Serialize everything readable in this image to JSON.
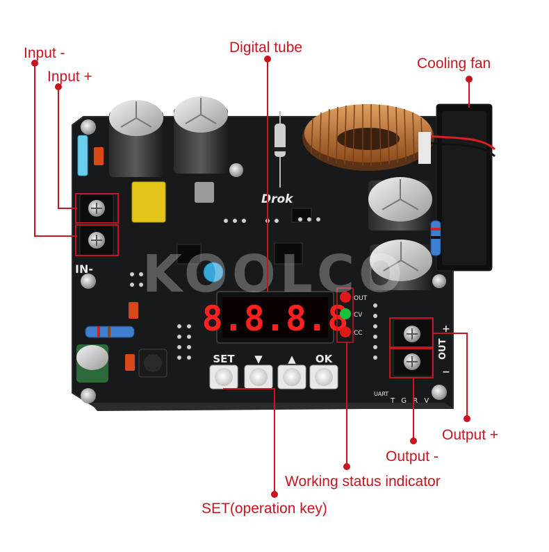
{
  "labels": {
    "input_minus": "Input -",
    "input_plus": "Input +",
    "digital_tube": "Digital tube",
    "cooling_fan": "Cooling fan",
    "output_plus": "Output +",
    "output_minus": "Output -",
    "working_status_indicator": "Working status indicator",
    "set_operation_key": "SET(operation key)"
  },
  "board": {
    "brand": "Drok",
    "watermark": "KOOLCO",
    "display_digits": "8.8.8.8",
    "terminal_in_label": "IN-",
    "terminal_out_label": "OUT",
    "out_plus_sign": "+",
    "out_minus_sign": "−",
    "uart_label": "UART",
    "uart_pins": "T G R V",
    "buttons": [
      "SET",
      "▼",
      "▲",
      "OK"
    ],
    "indicators": [
      "OUT",
      "CV",
      "CC"
    ]
  },
  "colors": {
    "annotation": "#c8141e",
    "pcb": "#17191b",
    "copper": "#b86a2c",
    "led_red": "#e01818",
    "led_green": "#18c040"
  }
}
